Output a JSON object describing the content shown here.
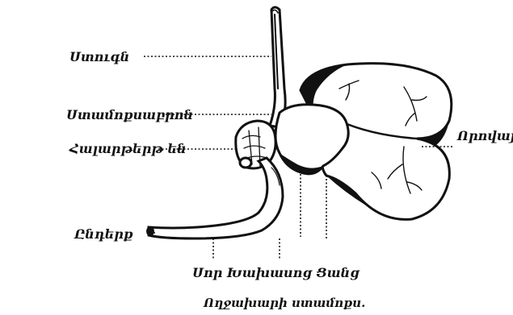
{
  "labels": {
    "esophagus": "Ստուգն",
    "stomach_glandular": "Ստամոքսաբրոն",
    "stomach_part": "Հալարթերթ են",
    "intestine": "Ընդերք",
    "lower_parts": "Սոր Խախասոց Ցանց",
    "right_part": "Որովայն",
    "caption": "Ողջախարի ստամոքս."
  }
}
